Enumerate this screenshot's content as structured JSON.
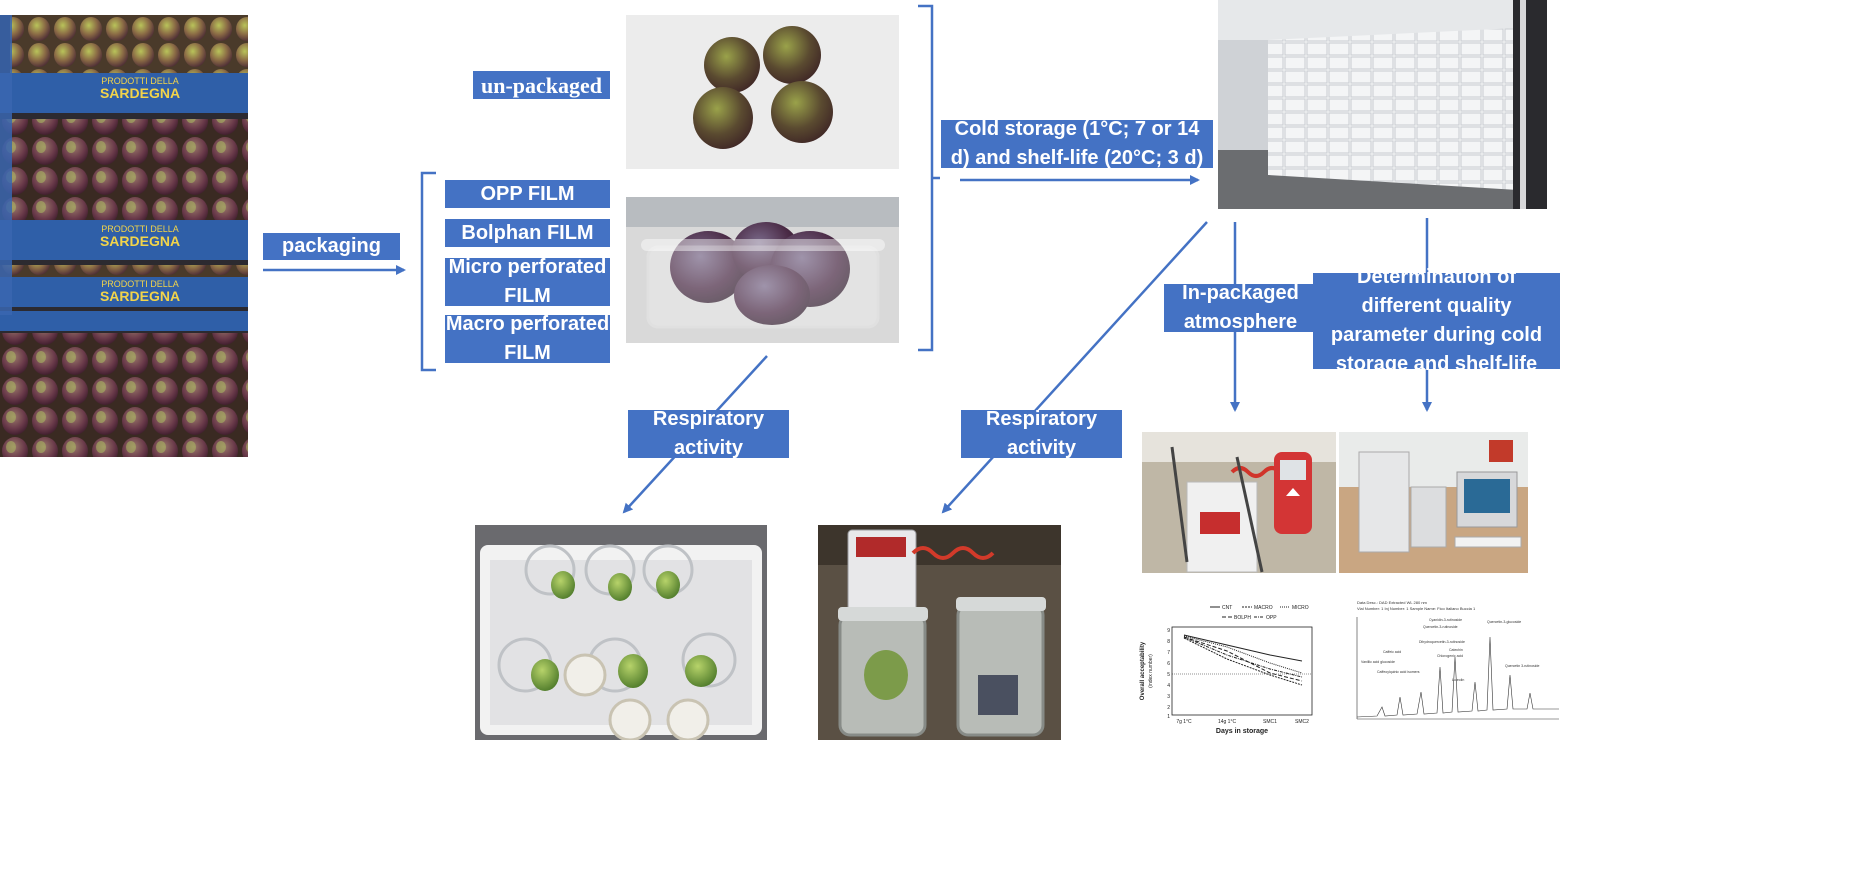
{
  "steps": {
    "unpackaged": "un-packaged",
    "packaging": "packaging",
    "films": [
      "OPP FILM",
      "Bolphan FILM",
      "Micro perforated FILM",
      "Macro perforated FILM"
    ],
    "storage": "Cold storage (1°C; 7 or 14 d) and shelf-life (20°C; 3 d)",
    "respiratory_left": "Respiratory activity",
    "respiratory_right": "Respiratory activity",
    "in_packaged": "In-packaged atmosphere",
    "quality": "Determination of different quality parameter during cold storage and shelf-life"
  },
  "box_print": {
    "brand_line1": "PRODOTTI DELLA",
    "brand_line2": "SARDEGNA"
  },
  "acceptability_chart": {
    "legend": [
      "CNT",
      "MACRO",
      "MICRO",
      "BOLPH",
      "OPP"
    ],
    "ylabel": "Overall acceptability",
    "ylabel_unit": "(index number)",
    "xlabel": "Days in storage",
    "x_ticks": [
      "7g 1°C",
      "14g 1°C",
      "SMC1",
      "SMC2"
    ],
    "y_ticks": [
      "9",
      "8",
      "7",
      "6",
      "5",
      "4",
      "3",
      "2",
      "1"
    ]
  },
  "chromatogram": {
    "header_line1": "Data Desc.: DAD Extracted WL 280 nm",
    "header_line2": "Vial Number: 1    Inj Number: 1    Sample Name: Fico Italiano Buccia 1",
    "peak_labels": [
      "Caffeic acid",
      "Vanillic acid glucoside",
      "Caffeoylquinic acid isomers",
      "Dihydroquercetin-3-rutinoside",
      "Catechin",
      "Quercetin-3-rutinoside",
      "Chlorogenic acid",
      "Quercetin-3-glucoside",
      "Cyanidin-3-rutinoside",
      "Luteolin",
      "Quercetin 3-rutinoside"
    ]
  },
  "colors": {
    "accent": "#4472c4",
    "label_text": "#ffffff"
  }
}
